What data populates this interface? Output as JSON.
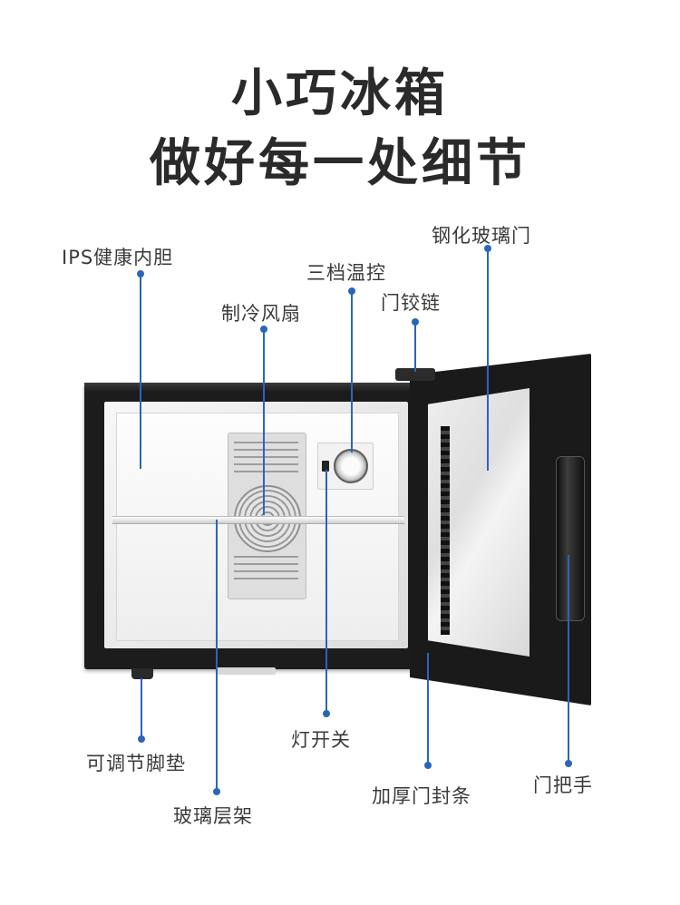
{
  "title_line1": "小巧冰箱",
  "title_line2": "做好每一处细节",
  "accent_color": "#2a66b8",
  "labels": {
    "ips_liner": "IPS健康内胆",
    "fan": "制冷风扇",
    "thermostat": "三档温控",
    "hinge": "门铰链",
    "glass_door": "钢化玻璃门",
    "adjustable_feet": "可调节脚垫",
    "glass_shelf": "玻璃层架",
    "light_switch": "灯开关",
    "door_seal": "加厚门封条",
    "door_handle": "门把手"
  }
}
